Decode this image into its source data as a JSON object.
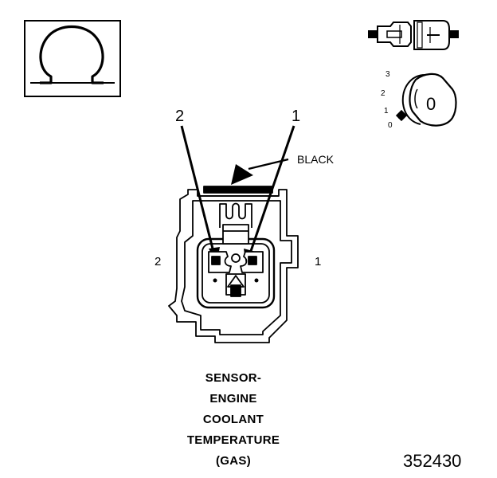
{
  "diagram": {
    "symbol": {
      "icon": "ohm-icon"
    },
    "connector_view": {
      "icon": "connector-side-view-icon"
    },
    "ignition": {
      "icon": "ignition-key-icon",
      "positions": [
        "3",
        "2",
        "1",
        "0"
      ],
      "key_label": "0"
    },
    "pin_callouts": {
      "pin2": "2",
      "pin1": "1"
    },
    "side_labels": {
      "left": "2",
      "right": "1"
    },
    "color_label": "BLACK",
    "component_name": [
      "SENSOR-",
      "ENGINE",
      "COOLANT",
      "TEMPERATURE",
      "(GAS)"
    ],
    "figure_number": "352430"
  }
}
